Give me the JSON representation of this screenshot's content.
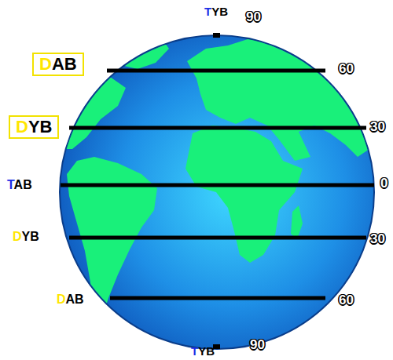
{
  "diagram": {
    "nodes": [
      {
        "text": [
          "DAB"
        ]
      },
      {
        "text": [
          "DYB"
        ]
      }
    ],
    "labels": [
      "TYB",
      "90",
      "60",
      "30",
      "TAB",
      "0",
      "DYB",
      "30",
      "DAB",
      "60",
      "TYB",
      "90"
    ]
  }
}
